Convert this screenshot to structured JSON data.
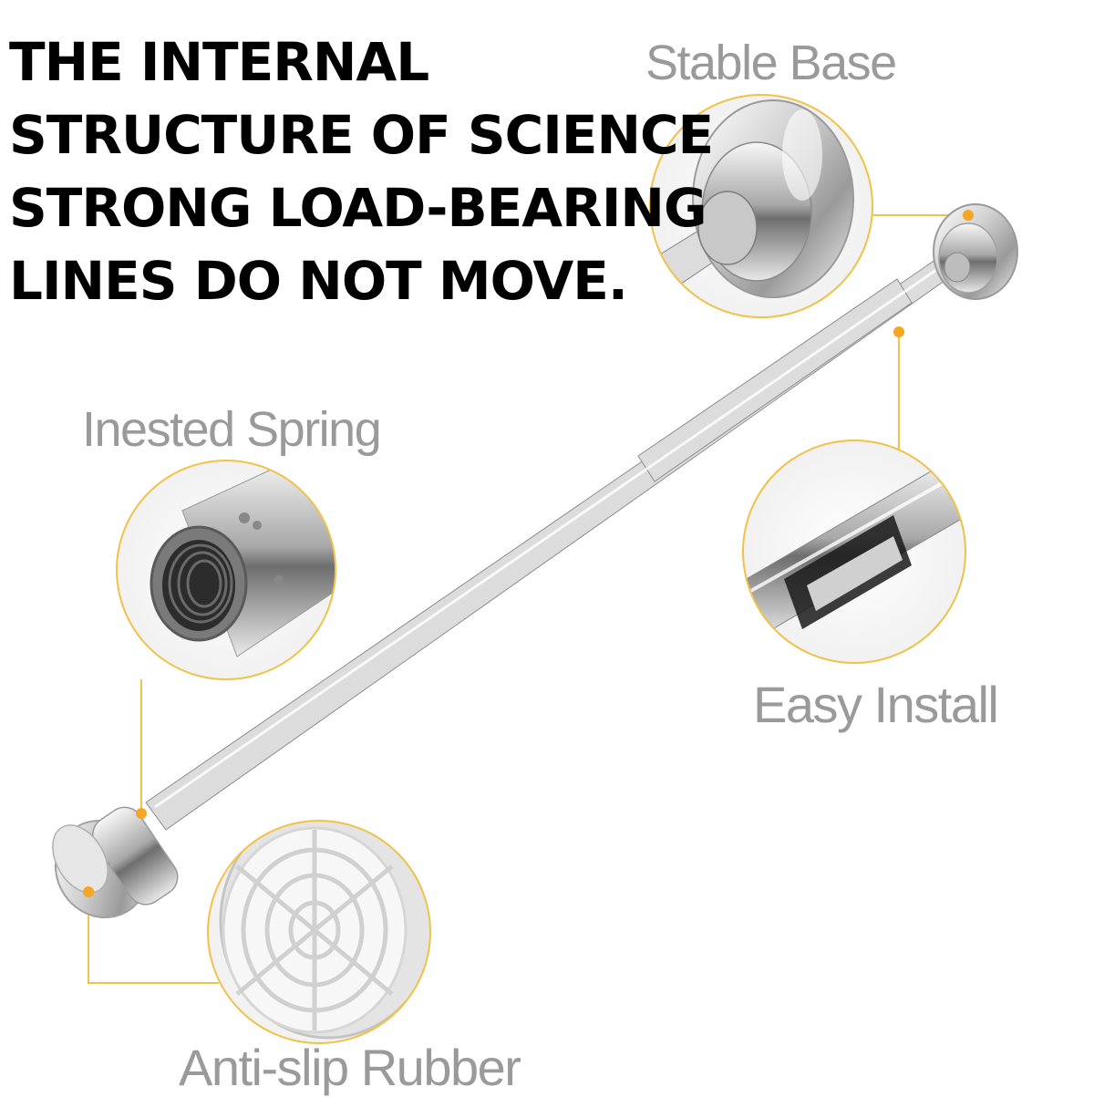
{
  "headline": {
    "lines": [
      "THE INTERNAL",
      "STRUCTURE OF SCIENCE",
      "STRONG LOAD-BEARING",
      "LINES DO NOT MOVE."
    ]
  },
  "callouts": {
    "stable_base": "Stable Base",
    "nested_spring": "Inested Spring",
    "easy_install": "Easy Install",
    "anti_slip_rubber": "Anti-slip Rubber"
  },
  "colors": {
    "accent": "#f5a623",
    "callout_border": "#f0c24a",
    "label_gray": "#9a9a9a",
    "headline": "#000000"
  }
}
